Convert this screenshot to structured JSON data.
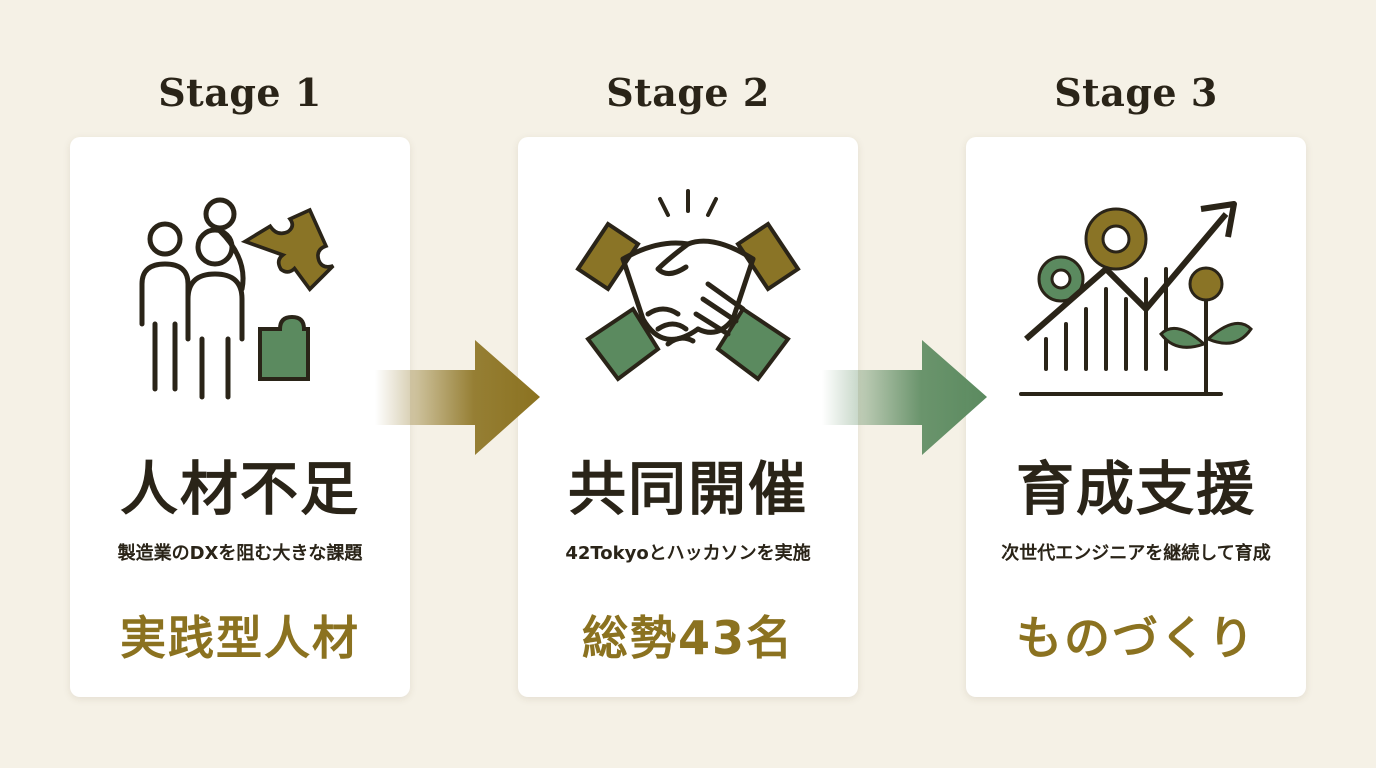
{
  "stages": [
    {
      "label": "Stage 1",
      "headline": "人材不足",
      "subtitle": "製造業のDXを阻む大きな課題",
      "highlight": "実践型人材",
      "icon": "people-puzzle-icon"
    },
    {
      "label": "Stage 2",
      "headline": "共同開催",
      "subtitle": "42Tokyoとハッカソンを実施",
      "highlight": "総勢43名",
      "icon": "handshake-icon"
    },
    {
      "label": "Stage 3",
      "headline": "育成支援",
      "subtitle": "次世代エンジニアを継続して育成",
      "highlight": "ものづくり",
      "icon": "growth-chart-icon"
    }
  ],
  "colors": {
    "background": "#f5f1e6",
    "gold": "#8b7220",
    "olive": "#8a7426",
    "green": "#5b8a5f",
    "dark": "#2a2418"
  }
}
